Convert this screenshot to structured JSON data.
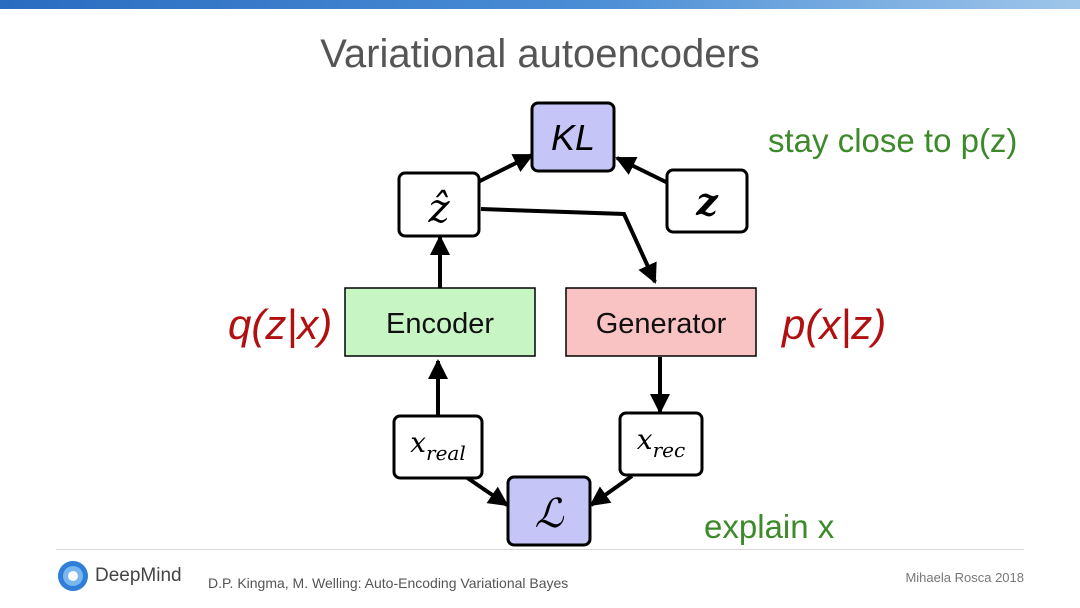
{
  "title": "Variational autoencoders",
  "nodes": {
    "kl": "KL",
    "z_hat": "ẑ",
    "z": "z",
    "encoder": "Encoder",
    "generator": "Generator",
    "x_real": "xreal",
    "x_real_base": "x",
    "x_real_sub": "real",
    "x_rec": "xrec",
    "x_rec_base": "x",
    "x_rec_sub": "rec",
    "loss": "ℒ"
  },
  "annotations": {
    "stay_close": "stay close to p(z)",
    "explain": "explain x",
    "q_label": "q(z|x)",
    "p_label": "p(x|z)"
  },
  "colors": {
    "kl_fill": "#c5c6f7",
    "loss_fill": "#c5c6f7",
    "encoder_fill": "#c8f5c4",
    "generator_fill": "#f9c3c3",
    "green_text": "#3d8a2a",
    "red_text": "#b01010"
  },
  "footer": {
    "brand": "DeepMind",
    "citation": "D.P. Kingma, M. Welling: Auto-Encoding Variational Bayes",
    "author": "Mihaela Rosca 2018"
  }
}
